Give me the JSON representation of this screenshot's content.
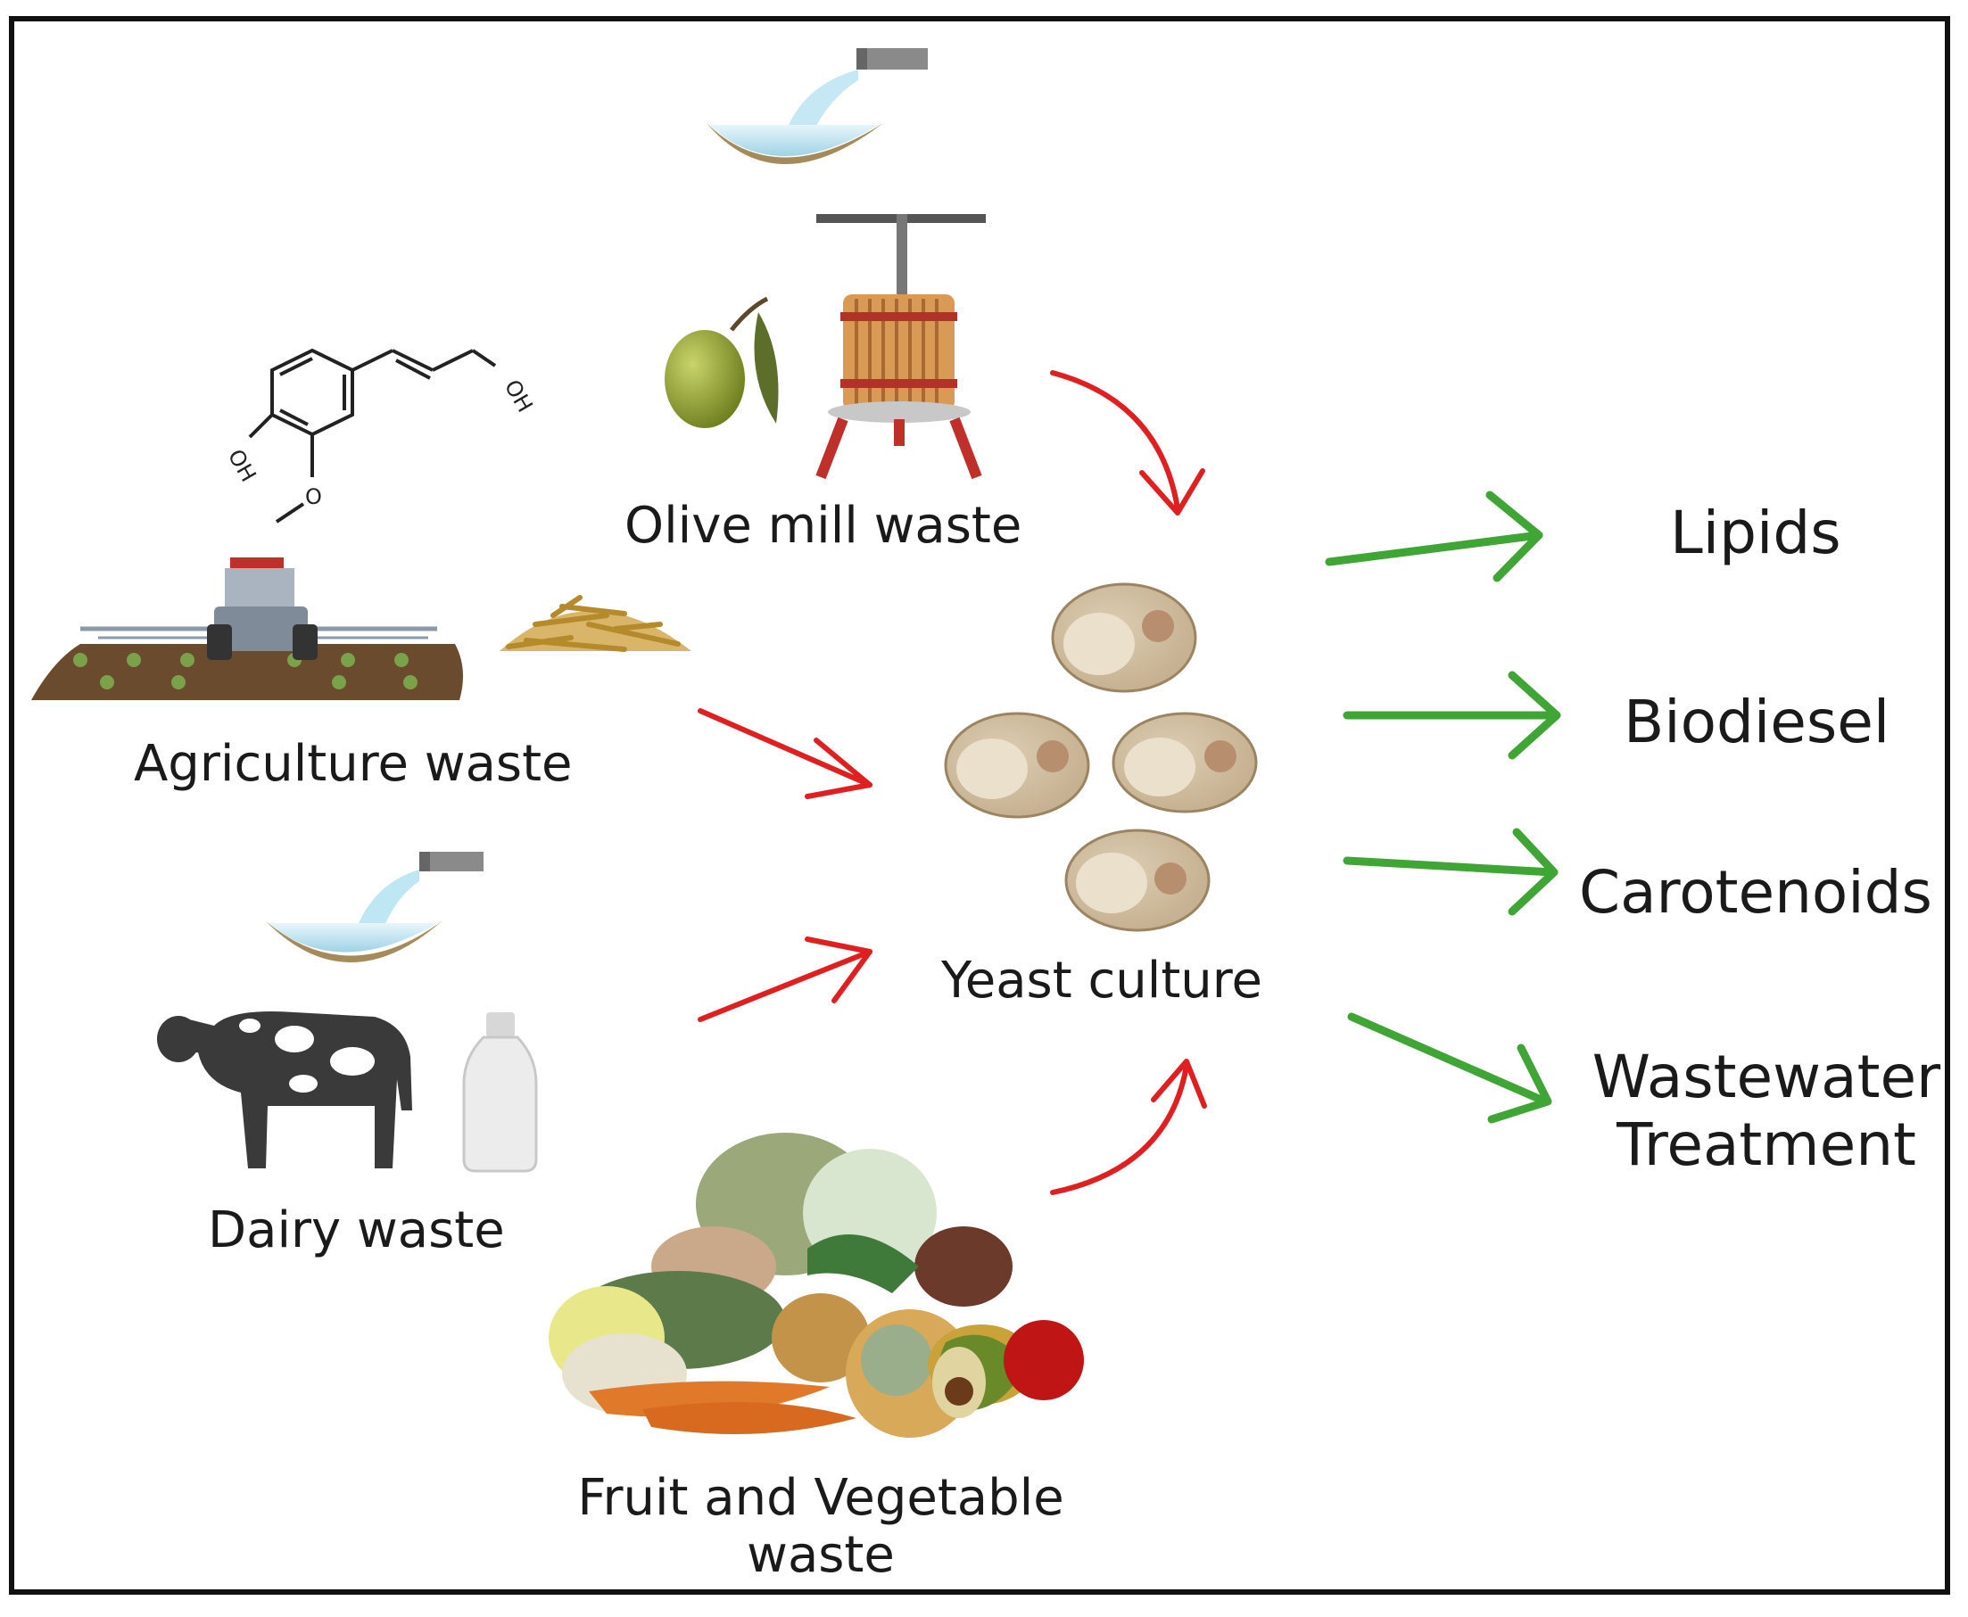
{
  "inputs": {
    "olive_mill": "Olive mill waste",
    "agriculture": "Agriculture waste",
    "dairy": "Dairy waste",
    "fruit_veg_line1": "Fruit and Vegetable",
    "fruit_veg_line2": "waste"
  },
  "center": "Yeast culture",
  "products": {
    "lipids": "Lipids",
    "biodiesel": "Biodiesel",
    "carotenoids": "Carotenoids",
    "wastewater_line1": "Wastewater",
    "wastewater_line2": "Treatment"
  },
  "molecule": {
    "oh1": "OH",
    "oh2": "OH",
    "o": "O"
  },
  "colors": {
    "input_arrow": "#e02020",
    "product_arrow": "#3fa535",
    "border": "#111111"
  }
}
